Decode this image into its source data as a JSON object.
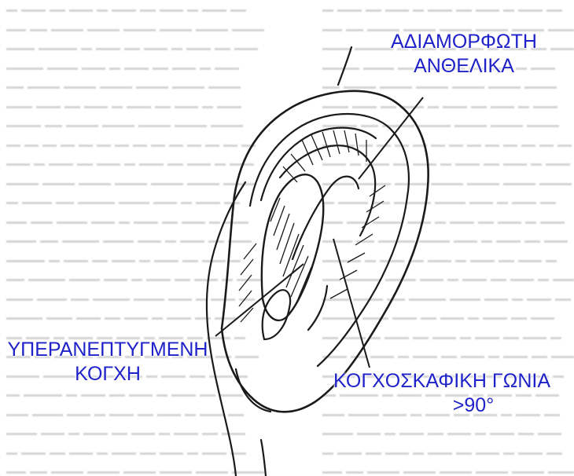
{
  "labels": {
    "antihelix": {
      "line1": "ΑΔΙΑΜΟΡΦΩΤΗ",
      "line2": "ΑΝΘΕΛΙΚΑ"
    },
    "concha": {
      "line1": "ΥΠΕΡΑΝΕΠΤΥΓΜΕΝΗ",
      "line2": "ΚΟΓΧΗ"
    },
    "angle": {
      "line1": "ΚΟΓΧΟΣΚΑΦΙΚΗ ΓΩΝΙΑ",
      "line2": ">90°"
    }
  },
  "colors": {
    "label": "#1f22c8",
    "drawing": "#1a1a1a",
    "background_text": "#9c9c9c"
  }
}
